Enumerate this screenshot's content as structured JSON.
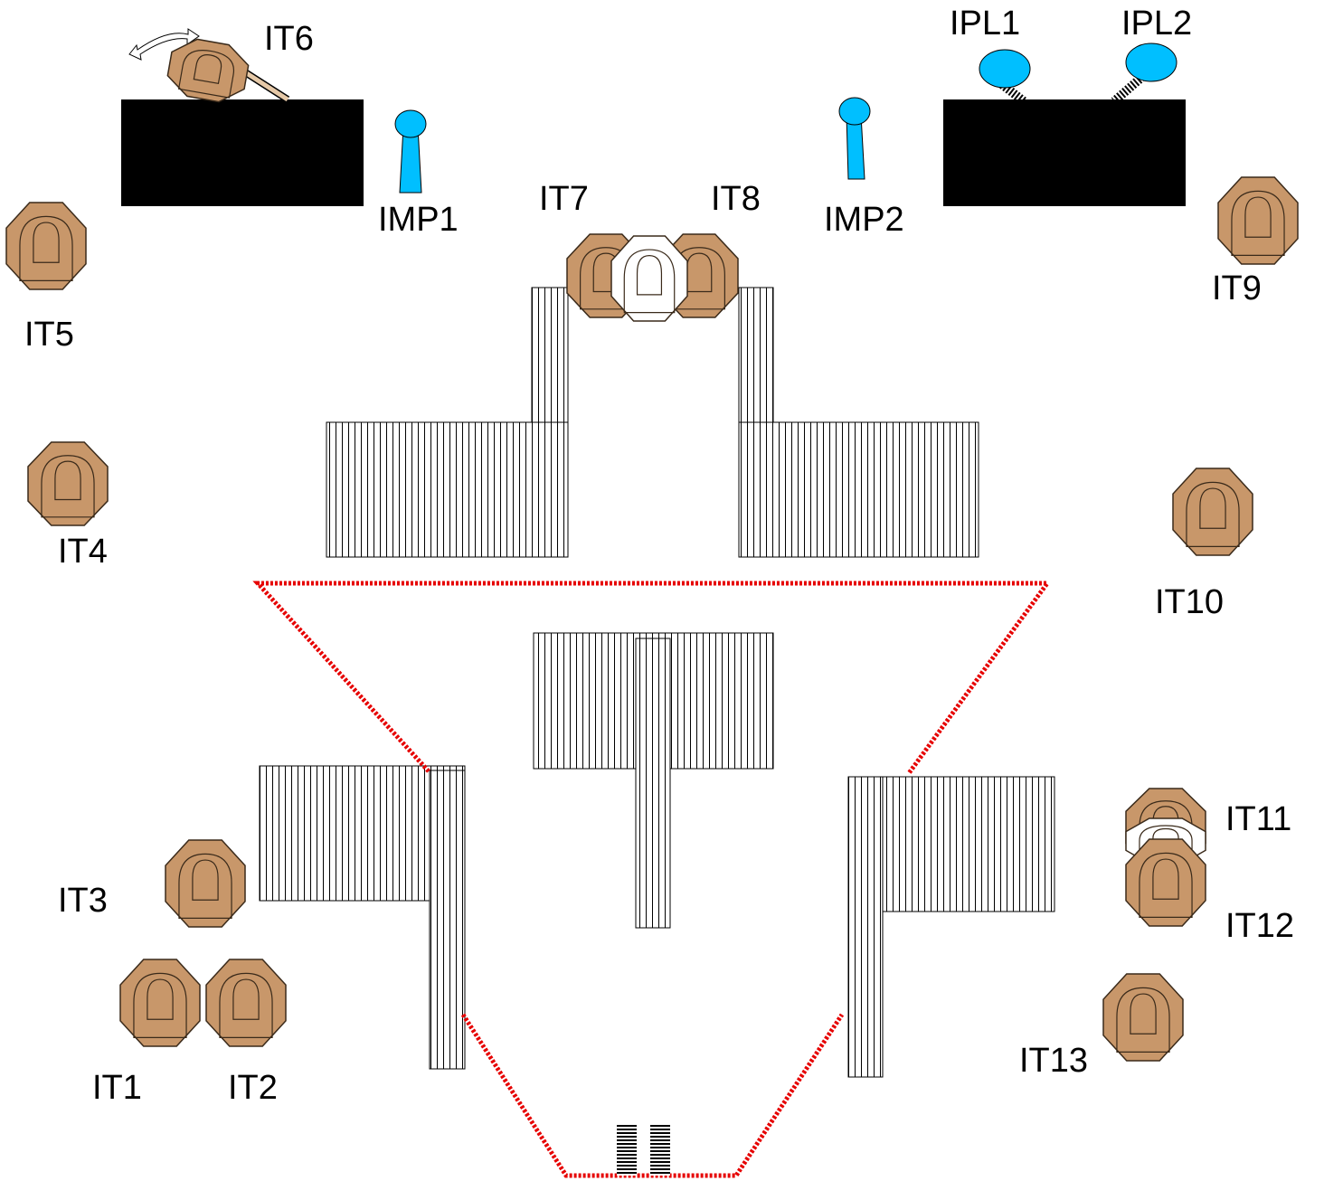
{
  "labels": {
    "it1": "IT1",
    "it2": "IT2",
    "it3": "IT3",
    "it4": "IT4",
    "it5": "IT5",
    "it6": "IT6",
    "it7": "IT7",
    "it8": "IT8",
    "it9": "IT9",
    "it10": "IT10",
    "it11": "IT11",
    "it12": "IT12",
    "it13": "IT13",
    "imp1": "IMP1",
    "imp2": "IMP2",
    "ipl1": "IPL1",
    "ipl2": "IPL2"
  },
  "colors": {
    "target_fill": "#c8976a",
    "target_stroke": "#3a2a1a",
    "no_shoot_fill": "#ffffff",
    "popper_fill": "#00bfff",
    "wall_fill": "#000000",
    "fault_line": "#e60000"
  }
}
